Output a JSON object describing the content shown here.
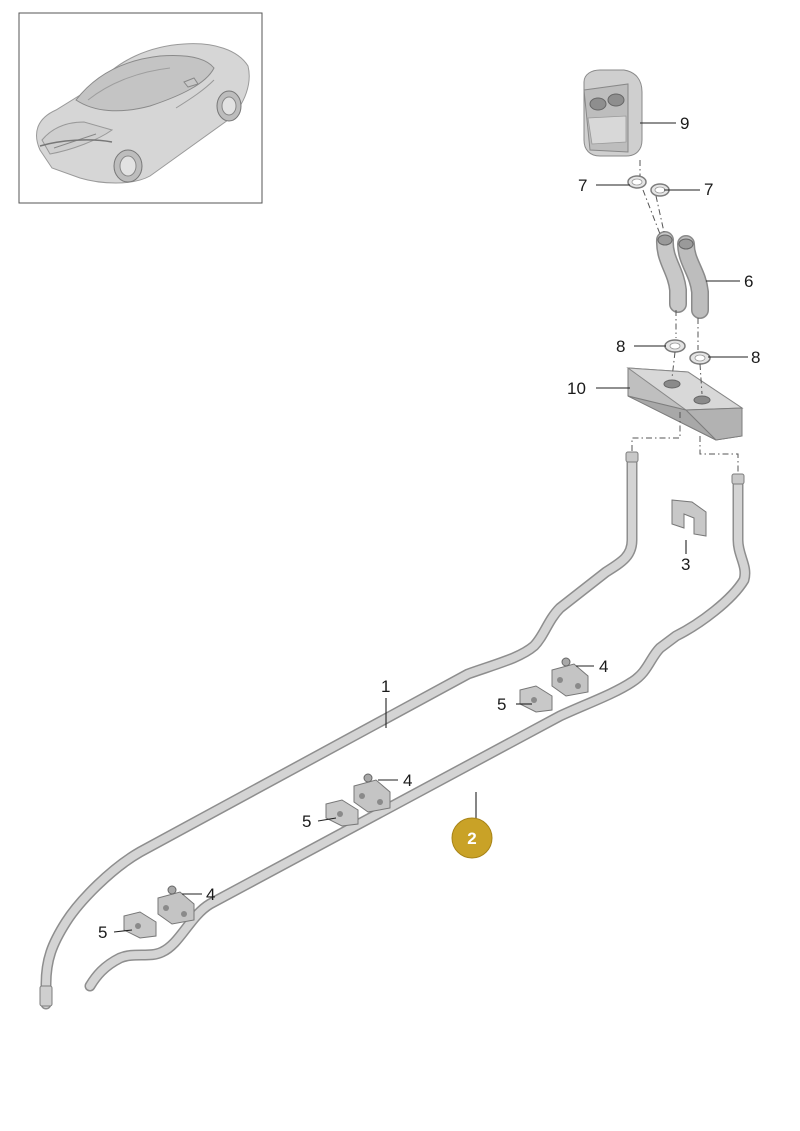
{
  "callouts": {
    "c1": "1",
    "c2": "2",
    "c3": "3",
    "c4": "4",
    "c5": "5",
    "c6": "6",
    "c7": "7",
    "c8": "8",
    "c9": "9",
    "c10": "10"
  },
  "colors": {
    "part_fill": "#d9d9d9",
    "part_stroke": "#8a8a8a",
    "badge": "#c9a227",
    "thumbnail_border": "#555555"
  },
  "icons": {
    "thumbnail": "porsche-911-coupe-icon"
  }
}
